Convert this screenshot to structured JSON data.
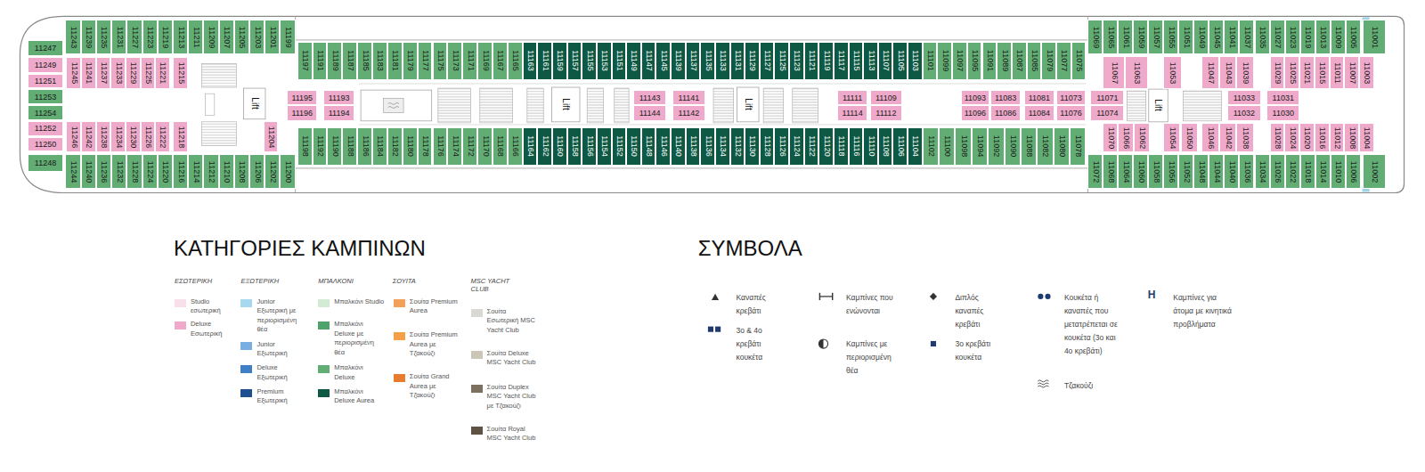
{
  "diagram": {
    "nodes": [
      {
        "text": [
          "11247"
        ]
      },
      {
        "text": [
          "11249"
        ]
      },
      {
        "text": [
          "11251"
        ]
      },
      {
        "text": [
          "11253"
        ]
      },
      {
        "text": [
          "11254"
        ]
      },
      {
        "text": [
          "11252"
        ]
      },
      {
        "text": [
          "11250"
        ]
      },
      {
        "text": [
          "11248"
        ]
      },
      {
        "text": [
          "11243"
        ]
      },
      {
        "text": [
          "11239"
        ]
      },
      {
        "text": [
          "11235"
        ]
      },
      {
        "text": [
          "11231"
        ]
      },
      {
        "text": [
          "11227"
        ]
      },
      {
        "text": [
          "11223"
        ]
      },
      {
        "text": [
          "11219"
        ]
      },
      {
        "text": [
          "11213"
        ]
      },
      {
        "text": [
          "11211"
        ]
      },
      {
        "text": [
          "11209"
        ]
      },
      {
        "text": [
          "11207"
        ]
      },
      {
        "text": [
          "11205"
        ]
      },
      {
        "text": [
          "11203"
        ]
      },
      {
        "text": [
          "11201"
        ]
      },
      {
        "text": [
          "11199"
        ]
      },
      {
        "text": [
          "11245"
        ]
      },
      {
        "text": [
          "11241"
        ]
      },
      {
        "text": [
          "11237"
        ]
      },
      {
        "text": [
          "11233"
        ]
      },
      {
        "text": [
          "11229"
        ]
      },
      {
        "text": [
          "11225"
        ]
      },
      {
        "text": [
          "11221"
        ]
      },
      {
        "text": [
          "11215"
        ]
      },
      {
        "text": [
          "11246"
        ]
      },
      {
        "text": [
          "11242"
        ]
      },
      {
        "text": [
          "11238"
        ]
      },
      {
        "text": [
          "11234"
        ]
      },
      {
        "text": [
          "11230"
        ]
      },
      {
        "text": [
          "11226"
        ]
      },
      {
        "text": [
          "11222"
        ]
      },
      {
        "text": [
          "11218"
        ]
      },
      {
        "text": [
          "11204"
        ]
      },
      {
        "text": [
          "11244"
        ]
      },
      {
        "text": [
          "11240"
        ]
      },
      {
        "text": [
          "11236"
        ]
      },
      {
        "text": [
          "11232"
        ]
      },
      {
        "text": [
          "11228"
        ]
      },
      {
        "text": [
          "11224"
        ]
      },
      {
        "text": [
          "11220"
        ]
      },
      {
        "text": [
          "11216"
        ]
      },
      {
        "text": [
          "11214"
        ]
      },
      {
        "text": [
          "11212"
        ]
      },
      {
        "text": [
          "11210"
        ]
      },
      {
        "text": [
          "11208"
        ]
      },
      {
        "text": [
          "11206"
        ]
      },
      {
        "text": [
          "11202"
        ]
      },
      {
        "text": [
          "11200"
        ]
      },
      {
        "text": [
          "11197"
        ]
      },
      {
        "text": [
          "11191"
        ]
      },
      {
        "text": [
          "11189"
        ]
      },
      {
        "text": [
          "11187"
        ]
      },
      {
        "text": [
          "11185"
        ]
      },
      {
        "text": [
          "11183"
        ]
      },
      {
        "text": [
          "11181"
        ]
      },
      {
        "text": [
          "11179"
        ]
      },
      {
        "text": [
          "11177"
        ]
      },
      {
        "text": [
          "11175"
        ]
      },
      {
        "text": [
          "11173"
        ]
      },
      {
        "text": [
          "11171"
        ]
      },
      {
        "text": [
          "11169"
        ]
      },
      {
        "text": [
          "11167"
        ]
      },
      {
        "text": [
          "11165"
        ]
      },
      {
        "text": [
          "11163"
        ]
      },
      {
        "text": [
          "11161"
        ]
      },
      {
        "text": [
          "11159"
        ]
      },
      {
        "text": [
          "11157"
        ]
      },
      {
        "text": [
          "11155"
        ]
      },
      {
        "text": [
          "11153"
        ]
      },
      {
        "text": [
          "11151"
        ]
      },
      {
        "text": [
          "11149"
        ]
      },
      {
        "text": [
          "11147"
        ]
      },
      {
        "text": [
          "11145"
        ]
      },
      {
        "text": [
          "11139"
        ]
      },
      {
        "text": [
          "11137"
        ]
      },
      {
        "text": [
          "11135"
        ]
      },
      {
        "text": [
          "11133"
        ]
      },
      {
        "text": [
          "11131"
        ]
      },
      {
        "text": [
          "11129"
        ]
      },
      {
        "text": [
          "11127"
        ]
      },
      {
        "text": [
          "11125"
        ]
      },
      {
        "text": [
          "11123"
        ]
      },
      {
        "text": [
          "11121"
        ]
      },
      {
        "text": [
          "11119"
        ]
      },
      {
        "text": [
          "11117"
        ]
      },
      {
        "text": [
          "11115"
        ]
      },
      {
        "text": [
          "11113"
        ]
      },
      {
        "text": [
          "11107"
        ]
      },
      {
        "text": [
          "11105"
        ]
      },
      {
        "text": [
          "11103"
        ]
      },
      {
        "text": [
          "11101"
        ]
      },
      {
        "text": [
          "11099"
        ]
      },
      {
        "text": [
          "11097"
        ]
      },
      {
        "text": [
          "11095"
        ]
      },
      {
        "text": [
          "11091"
        ]
      },
      {
        "text": [
          "11089"
        ]
      },
      {
        "text": [
          "11087"
        ]
      },
      {
        "text": [
          "11085"
        ]
      },
      {
        "text": [
          "11079"
        ]
      },
      {
        "text": [
          "11077"
        ]
      },
      {
        "text": [
          "11075"
        ]
      },
      {
        "text": [
          "11195"
        ]
      },
      {
        "text": [
          "11196"
        ]
      },
      {
        "text": [
          "11193"
        ]
      },
      {
        "text": [
          "11194"
        ]
      },
      {
        "text": [
          "11143"
        ]
      },
      {
        "text": [
          "11144"
        ]
      },
      {
        "text": [
          "11141"
        ]
      },
      {
        "text": [
          "11142"
        ]
      },
      {
        "text": [
          "11111"
        ]
      },
      {
        "text": [
          "11114"
        ]
      },
      {
        "text": [
          "11109"
        ]
      },
      {
        "text": [
          "11112"
        ]
      },
      {
        "text": [
          "11093"
        ]
      },
      {
        "text": [
          "11096"
        ]
      },
      {
        "text": [
          "11083"
        ]
      },
      {
        "text": [
          "11086"
        ]
      },
      {
        "text": [
          "11081"
        ]
      },
      {
        "text": [
          "11084"
        ]
      },
      {
        "text": [
          "11073"
        ]
      },
      {
        "text": [
          "11076"
        ]
      },
      {
        "text": [
          "11198"
        ]
      },
      {
        "text": [
          "11192"
        ]
      },
      {
        "text": [
          "11190"
        ]
      },
      {
        "text": [
          "11188"
        ]
      },
      {
        "text": [
          "11186"
        ]
      },
      {
        "text": [
          "11184"
        ]
      },
      {
        "text": [
          "11182"
        ]
      },
      {
        "text": [
          "11180"
        ]
      },
      {
        "text": [
          "11178"
        ]
      },
      {
        "text": [
          "11176"
        ]
      },
      {
        "text": [
          "11174"
        ]
      },
      {
        "text": [
          "11172"
        ]
      },
      {
        "text": [
          "11170"
        ]
      },
      {
        "text": [
          "11168"
        ]
      },
      {
        "text": [
          "11166"
        ]
      },
      {
        "text": [
          "11164"
        ]
      },
      {
        "text": [
          "11162"
        ]
      },
      {
        "text": [
          "11160"
        ]
      },
      {
        "text": [
          "11158"
        ]
      },
      {
        "text": [
          "11156"
        ]
      },
      {
        "text": [
          "11154"
        ]
      },
      {
        "text": [
          "11152"
        ]
      },
      {
        "text": [
          "11150"
        ]
      },
      {
        "text": [
          "11148"
        ]
      },
      {
        "text": [
          "11146"
        ]
      },
      {
        "text": [
          "11140"
        ]
      },
      {
        "text": [
          "11138"
        ]
      },
      {
        "text": [
          "11136"
        ]
      },
      {
        "text": [
          "11134"
        ]
      },
      {
        "text": [
          "11132"
        ]
      },
      {
        "text": [
          "11130"
        ]
      },
      {
        "text": [
          "11128"
        ]
      },
      {
        "text": [
          "11126"
        ]
      },
      {
        "text": [
          "11124"
        ]
      },
      {
        "text": [
          "11122"
        ]
      },
      {
        "text": [
          "11120"
        ]
      },
      {
        "text": [
          "11118"
        ]
      },
      {
        "text": [
          "11116"
        ]
      },
      {
        "text": [
          "11110"
        ]
      },
      {
        "text": [
          "11108"
        ]
      },
      {
        "text": [
          "11106"
        ]
      },
      {
        "text": [
          "11104"
        ]
      },
      {
        "text": [
          "11102"
        ]
      },
      {
        "text": [
          "11100"
        ]
      },
      {
        "text": [
          "11098"
        ]
      },
      {
        "text": [
          "11094"
        ]
      },
      {
        "text": [
          "11092"
        ]
      },
      {
        "text": [
          "11090"
        ]
      },
      {
        "text": [
          "11088"
        ]
      },
      {
        "text": [
          "11082"
        ]
      },
      {
        "text": [
          "11080"
        ]
      },
      {
        "text": [
          "11078"
        ]
      },
      {
        "text": [
          "11069"
        ]
      },
      {
        "text": [
          "11065"
        ]
      },
      {
        "text": [
          "11061"
        ]
      },
      {
        "text": [
          "11059"
        ]
      },
      {
        "text": [
          "11057"
        ]
      },
      {
        "text": [
          "11055"
        ]
      },
      {
        "text": [
          "11051"
        ]
      },
      {
        "text": [
          "11049"
        ]
      },
      {
        "text": [
          "11045"
        ]
      },
      {
        "text": [
          "11041"
        ]
      },
      {
        "text": [
          "11037"
        ]
      },
      {
        "text": [
          "11035"
        ]
      },
      {
        "text": [
          "11027"
        ]
      },
      {
        "text": [
          "11023"
        ]
      },
      {
        "text": [
          "11019"
        ]
      },
      {
        "text": [
          "11013"
        ]
      },
      {
        "text": [
          "11009"
        ]
      },
      {
        "text": [
          "11005"
        ]
      },
      {
        "text": [
          "11001"
        ]
      },
      {
        "text": [
          "11067"
        ]
      },
      {
        "text": [
          "11063"
        ]
      },
      {
        "text": [
          "11053"
        ]
      },
      {
        "text": [
          "11047"
        ]
      },
      {
        "text": [
          "11043"
        ]
      },
      {
        "text": [
          "11039"
        ]
      },
      {
        "text": [
          "11029"
        ]
      },
      {
        "text": [
          "11025"
        ]
      },
      {
        "text": [
          "11021"
        ]
      },
      {
        "text": [
          "11015"
        ]
      },
      {
        "text": [
          "11011"
        ]
      },
      {
        "text": [
          "11007"
        ]
      },
      {
        "text": [
          "11003"
        ]
      },
      {
        "text": [
          "11071"
        ]
      },
      {
        "text": [
          "11074"
        ]
      },
      {
        "text": [
          "11033"
        ]
      },
      {
        "text": [
          "11032"
        ]
      },
      {
        "text": [
          "11031"
        ]
      },
      {
        "text": [
          "11030"
        ]
      },
      {
        "text": [
          "11070"
        ]
      },
      {
        "text": [
          "11066"
        ]
      },
      {
        "text": [
          "11062"
        ]
      },
      {
        "text": [
          "11054"
        ]
      },
      {
        "text": [
          "11050"
        ]
      },
      {
        "text": [
          "11046"
        ]
      },
      {
        "text": [
          "11042"
        ]
      },
      {
        "text": [
          "11038"
        ]
      },
      {
        "text": [
          "11028"
        ]
      },
      {
        "text": [
          "11024"
        ]
      },
      {
        "text": [
          "11020"
        ]
      },
      {
        "text": [
          "11016"
        ]
      },
      {
        "text": [
          "11012"
        ]
      },
      {
        "text": [
          "11008"
        ]
      },
      {
        "text": [
          "11004"
        ]
      },
      {
        "text": [
          "11072"
        ]
      },
      {
        "text": [
          "11068"
        ]
      },
      {
        "text": [
          "11064"
        ]
      },
      {
        "text": [
          "11060"
        ]
      },
      {
        "text": [
          "11058"
        ]
      },
      {
        "text": [
          "11056"
        ]
      },
      {
        "text": [
          "11052"
        ]
      },
      {
        "text": [
          "11048"
        ]
      },
      {
        "text": [
          "11044"
        ]
      },
      {
        "text": [
          "11040"
        ]
      },
      {
        "text": [
          "11036"
        ]
      },
      {
        "text": [
          "11034"
        ]
      },
      {
        "text": [
          "11026"
        ]
      },
      {
        "text": [
          "11022"
        ]
      },
      {
        "text": [
          "11018"
        ]
      },
      {
        "text": [
          "11014"
        ]
      },
      {
        "text": [
          "11010"
        ]
      },
      {
        "text": [
          "11006"
        ]
      },
      {
        "text": [
          "11002"
        ]
      }
    ],
    "labels": [
      "Lift",
      "Lift",
      "Lift",
      "Lift",
      "ΚΑΤΗΓΟΡΙΕΣ ΚΑΜΠΙΝΩΝ",
      "ΕΣΩΤΕΡΙΚΗ",
      "ΕΞΩΤΕΡΙΚΗ",
      "ΜΠΑΛΚΟΝΙ",
      "ΣΟΥΙΤΑ",
      "MSC YACHT CLUB",
      "ΣΥΜΒΟΛΑ",
      "H"
    ],
    "legend": [
      {
        "text": "Studio εσωτερική",
        "color": "#f9dfe9"
      },
      {
        "text": "Deluxe Εσωτερική",
        "color": "#efaacb"
      },
      {
        "text": "Junior Εξωτερική με περιορισμένη θέα",
        "color": "#a6d8f0"
      },
      {
        "text": "Junior Εξωτερική",
        "color": "#79afe0"
      },
      {
        "text": "Deluxe Εξωτερική",
        "color": "#3f7fc6"
      },
      {
        "text": "Premium Εξωτερική",
        "color": "#1e4f8f"
      },
      {
        "text": "Μπαλκόνι Studio",
        "color": "#d3ebd3"
      },
      {
        "text": "Μπαλκόνι Deluxe με περιορισμένη θέα",
        "color": "#4ea36d"
      },
      {
        "text": "Μπαλκόνι Deluxe",
        "color": "#61ad73"
      },
      {
        "text": "Μπαλκόνι Deluxe Aurea",
        "color": "#0e5944"
      },
      {
        "text": "Σουίτα Premium Aurea",
        "color": "#f2a05a"
      },
      {
        "text": "Σουίτα Premium Aurea με Τζακούζι",
        "color": "#f59f48"
      },
      {
        "text": "Σουίτα Grand Aurea με Τζακούζι",
        "color": "#e97c2c"
      },
      {
        "text": "Σουίτα Εσωτερική MSC Yacht Club",
        "color": "#d9d8d2"
      },
      {
        "text": "Σουίτα Deluxe MSC Yacht Club",
        "color": "#cbc6b5"
      },
      {
        "text": "Σουίτα Duplex MSC Yacht Club με Τζακούζι",
        "color": "#7e705f"
      },
      {
        "text": "Σουίτα Royal MSC Yacht Club",
        "color": "#5f5242"
      },
      {
        "text": "Καναπές κρεβάτι"
      },
      {
        "text": "3ο & 4ο κρεβάτι κουκέτα"
      },
      {
        "text": "Καμπίνες που ενώνονται"
      },
      {
        "text": "Καμπίνες με περιορισμένη θέα"
      },
      {
        "text": "Διπλός καναπές κρεβάτι"
      },
      {
        "text": "3ο κρεβάτι κουκέτα"
      },
      {
        "text": "Κουκέτα ή καναπές που μετατρέπεται σε κουκέτα (3ο και 4ο κρεβάτι)"
      },
      {
        "text": "Τζακούζι"
      },
      {
        "text": "Καμπίνες για άτομα με κινητικά προβλήματα"
      }
    ]
  }
}
